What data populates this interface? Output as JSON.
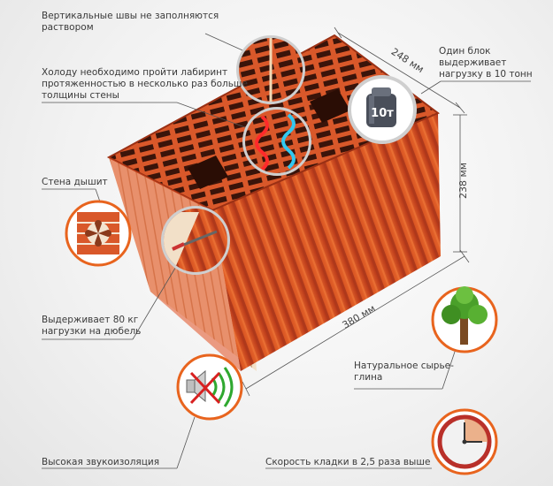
{
  "labels": {
    "vertical_seams": [
      "Вертикальные швы не заполняются",
      "раствором"
    ],
    "labyrinth": [
      "Холоду необходимо пройти лабиринт",
      "протяженностью в несколько раз больше",
      "толщины стены"
    ],
    "breathes": [
      "Стена дышит"
    ],
    "dowel": [
      "Выдерживает 80 кг",
      "нагрузки на дюбель"
    ],
    "sound": [
      "Высокая звукоизоляция"
    ],
    "load": [
      "Один блок",
      "выдерживает",
      "нагрузку в 10 тонн"
    ],
    "natural": [
      "Натуральное сырье-",
      "глина"
    ],
    "speed": [
      "Скорость кладки в 2,5 раза выше"
    ]
  },
  "dimensions": {
    "width": "248 мм",
    "height": "238 мм",
    "length": "380 мм"
  },
  "weight_text": "10т",
  "colors": {
    "accent_orange": "#e8641e",
    "brick": "#c8441c",
    "brick_dark": "#8a2a10",
    "brick_light": "#e0602a",
    "leader": "#555555"
  },
  "icons": [
    "brick-fan-icon",
    "weight-icon",
    "heat-wave-icon",
    "dowel-icon",
    "muted-speaker-icon",
    "tree-icon",
    "clock-icon"
  ]
}
